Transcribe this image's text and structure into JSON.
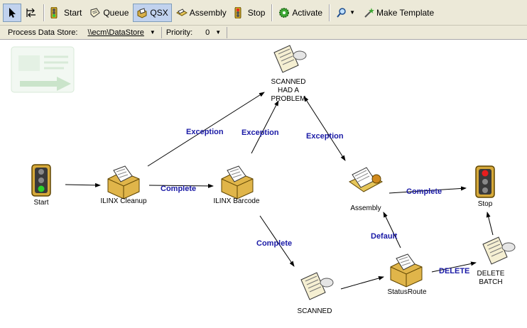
{
  "toolbar": {
    "start": "Start",
    "queue": "Queue",
    "qsx": "QSX",
    "assembly": "Assembly",
    "stop": "Stop",
    "activate": "Activate",
    "make_template": "Make Template"
  },
  "props": {
    "store_label": "Process Data Store:",
    "store_value": "\\\\ecm\\DataStore",
    "priority_label": "Priority:",
    "priority_value": "0"
  },
  "nodes": {
    "start": "Start",
    "cleanup": "ILINX Cleanup",
    "barcode": "ILINX Barcode",
    "problem_1": "SCANNED",
    "problem_2": "HAD A",
    "problem_3": "PROBLEM",
    "assembly": "Assembly",
    "stop": "Stop",
    "scanned": "SCANNED",
    "statusroute": "StatusRoute",
    "delete_1": "DELETE",
    "delete_2": "BATCH"
  },
  "edges": {
    "cleanup_barcode": "Complete",
    "cleanup_problem": "Exception",
    "barcode_problem": "Exception",
    "assembly_problem": "Exception",
    "assembly_stop": "Complete",
    "barcode_scanned": "Complete",
    "statusroute_assembly": "Default",
    "statusroute_delete": "DELETE"
  },
  "colors": {
    "edge_label": "#1a1aa6",
    "toolbar_bg": "#ece9d8"
  }
}
